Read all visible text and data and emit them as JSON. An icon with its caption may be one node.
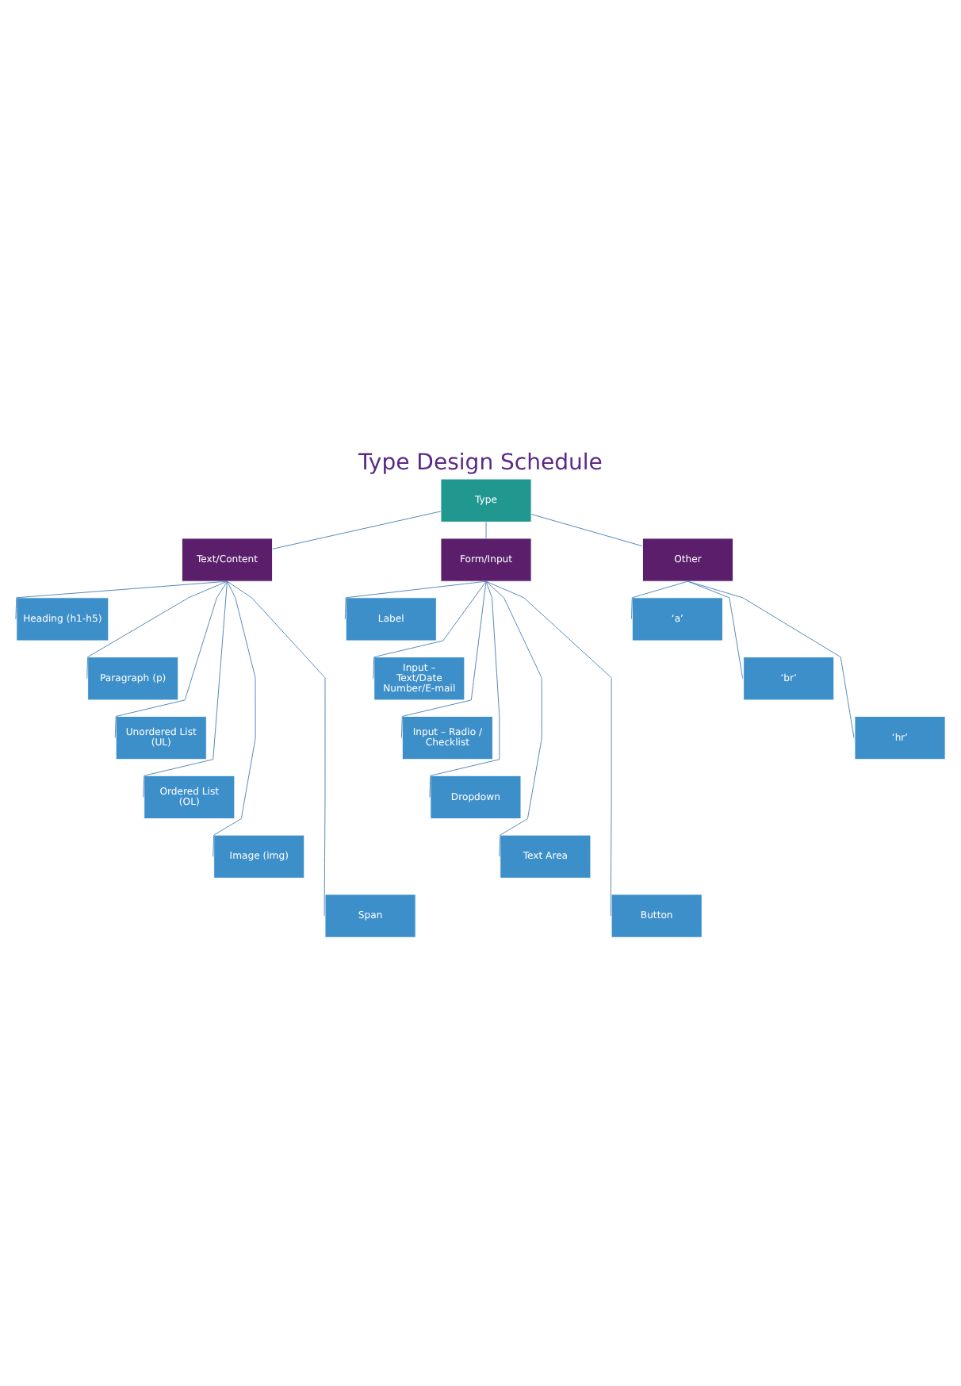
{
  "diagram": {
    "title": "Type Design Schedule",
    "nodes": [
      {
        "text": [
          "Type"
        ]
      },
      {
        "text": [
          "Text/Content"
        ]
      },
      {
        "text": [
          "Form/Input"
        ]
      },
      {
        "text": [
          "Other"
        ]
      },
      {
        "text": [
          "Heading (h1-h5)"
        ]
      },
      {
        "text": [
          "Paragraph (p)"
        ]
      },
      {
        "text": [
          "Unordered List (UL)"
        ]
      },
      {
        "text": [
          "Ordered List (OL)"
        ]
      },
      {
        "text": [
          "Image (img)"
        ]
      },
      {
        "text": [
          "Span"
        ]
      },
      {
        "text": [
          "Label"
        ]
      },
      {
        "text": [
          "Input – Text/Date Number/E-mail"
        ]
      },
      {
        "text": [
          "Input – Radio / Checklist"
        ]
      },
      {
        "text": [
          "Dropdown"
        ]
      },
      {
        "text": [
          "Text Area"
        ]
      },
      {
        "text": [
          "Button"
        ]
      },
      {
        "text": [
          "‘a’"
        ]
      },
      {
        "text": [
          "‘br’"
        ]
      },
      {
        "text": [
          "‘hr’"
        ]
      }
    ],
    "edges": [
      {
        "from": 0,
        "to": 1,
        "arrow": "none"
      },
      {
        "from": 0,
        "to": 2,
        "arrow": "none"
      },
      {
        "from": 0,
        "to": 3,
        "arrow": "none"
      },
      {
        "from": 1,
        "to": 4,
        "arrow": "none"
      },
      {
        "from": 1,
        "to": 5,
        "arrow": "none"
      },
      {
        "from": 1,
        "to": 6,
        "arrow": "none"
      },
      {
        "from": 1,
        "to": 7,
        "arrow": "none"
      },
      {
        "from": 1,
        "to": 8,
        "arrow": "none"
      },
      {
        "from": 1,
        "to": 9,
        "arrow": "none"
      },
      {
        "from": 2,
        "to": 10,
        "arrow": "none"
      },
      {
        "from": 2,
        "to": 11,
        "arrow": "none"
      },
      {
        "from": 2,
        "to": 12,
        "arrow": "none"
      },
      {
        "from": 2,
        "to": 13,
        "arrow": "none"
      },
      {
        "from": 2,
        "to": 14,
        "arrow": "none"
      },
      {
        "from": 2,
        "to": 15,
        "arrow": "none"
      },
      {
        "from": 3,
        "to": 16,
        "arrow": "none"
      },
      {
        "from": 3,
        "to": 17,
        "arrow": "none"
      },
      {
        "from": 3,
        "to": 18,
        "arrow": "none"
      }
    ]
  }
}
